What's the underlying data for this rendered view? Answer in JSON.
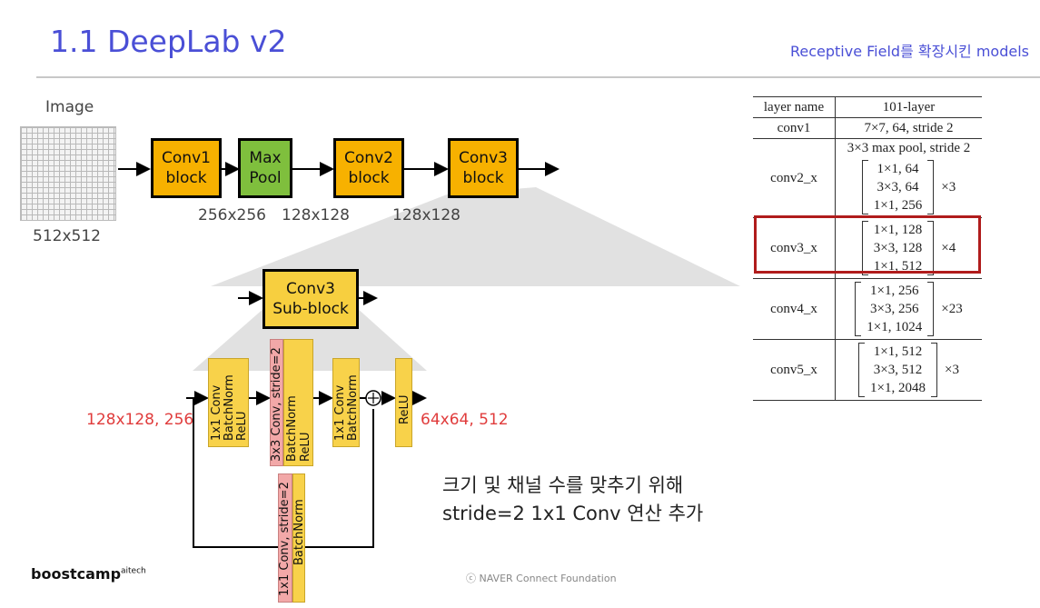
{
  "header": {
    "title": "1.1 DeepLab v2",
    "subtitle": "Receptive Field를 확장시킨 models"
  },
  "pipeline": {
    "image_label": "Image",
    "image_size": "512x512",
    "blocks": [
      {
        "line1": "Conv1",
        "line2": "block"
      },
      {
        "line1": "Max",
        "line2": "Pool"
      },
      {
        "line1": "Conv2",
        "line2": "block"
      },
      {
        "line1": "Conv3",
        "line2": "block"
      }
    ],
    "sizes": [
      "256x256",
      "128x128",
      "128x128"
    ]
  },
  "subblock": {
    "line1": "Conv3",
    "line2": "Sub-block",
    "input_label_a": "128x128, ",
    "input_label_b": "256",
    "output_label_a": "64x64, ",
    "output_label_b": "512",
    "bars": [
      {
        "lines": [
          "1x1 Conv",
          "BatchNorm",
          "ReLU"
        ]
      },
      {
        "lines": [
          "3x3 Conv, stride=2",
          "BatchNorm",
          "ReLU"
        ]
      },
      {
        "lines": [
          "1x1 Conv",
          "BatchNorm"
        ]
      },
      {
        "lines": [
          "ReLU"
        ]
      }
    ],
    "shortcut_bar": {
      "lines": [
        "1x1 Conv, stride=2",
        "BatchNorm"
      ]
    }
  },
  "note": {
    "line1": "크기 및 채널 수를 맞추기 위해",
    "line2": "stride=2 1x1 Conv 연산 추가"
  },
  "table": {
    "headers": [
      "layer name",
      "101-layer"
    ],
    "conv1": {
      "name": "conv1",
      "spec": "7×7, 64, stride 2"
    },
    "pool_row": "3×3 max pool, stride 2",
    "stages": [
      {
        "name": "conv2_x",
        "rows": [
          "1×1, 64",
          "3×3, 64",
          "1×1, 256"
        ],
        "mult": "×3"
      },
      {
        "name": "conv3_x",
        "rows": [
          "1×1, 128",
          "3×3, 128",
          "1×1, 512"
        ],
        "mult": "×4"
      },
      {
        "name": "conv4_x",
        "rows": [
          "1×1, 256",
          "3×3, 256",
          "1×1, 1024"
        ],
        "mult": "×23"
      },
      {
        "name": "conv5_x",
        "rows": [
          "1×1, 512",
          "3×3, 512",
          "1×1, 2048"
        ],
        "mult": "×3"
      }
    ],
    "highlight_color": "#b01c1c"
  },
  "footer": {
    "logo": "boostcamp",
    "logo_sup": "aitech",
    "copyright": "ⓒ NAVER Connect Foundation"
  },
  "colors": {
    "title": "#4a4fd6",
    "block": "#f7b100",
    "pool": "#7fbf3d",
    "bar": "#f8d24a",
    "bar_pink": "#f2a8a8",
    "accent_red": "#e03c3c"
  }
}
